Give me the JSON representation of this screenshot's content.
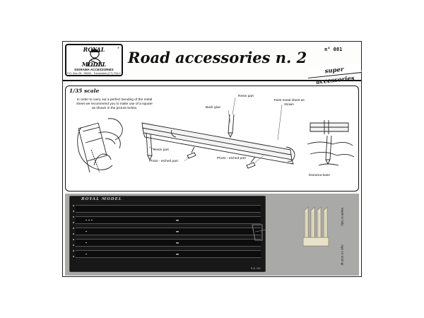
{
  "header": {
    "logo": {
      "line1": "ROYAL",
      "line2": "MODEL",
      "reg": "®",
      "tagline": "DIORAMA ACCESSORIES",
      "address": "P.O. Box 25 - 95030 - Tremestieri (CT) ITALY"
    },
    "title": "Road accessories n. 2",
    "product_number": "n° 081",
    "badge": "super accessories"
  },
  "instructions": {
    "scale": "1/35 scale",
    "note": "In order to carry out a perfect bending of the metal sheet we recommend you to make use of a square as shown in the picture below.",
    "labels": {
      "resin_part_top": "Resin part",
      "back_glue": "Back glue",
      "twist_metal": "Twist metal sheet as shown",
      "resin_part_bottom": "Resin part",
      "photo_etched_left": "Photo - etched part",
      "photo_etched_right": "Photo - etched part",
      "diorama_base": "Diorama base"
    }
  },
  "fret": {
    "brand": "ROYAL MODEL",
    "tag": "R.M. 081",
    "made_in": "Made in Italy",
    "age_note": "Age 14 and up"
  },
  "colors": {
    "fret_background": "#a9aaa8",
    "fret_metal": "#181818",
    "resin": "#e8e2c8"
  }
}
